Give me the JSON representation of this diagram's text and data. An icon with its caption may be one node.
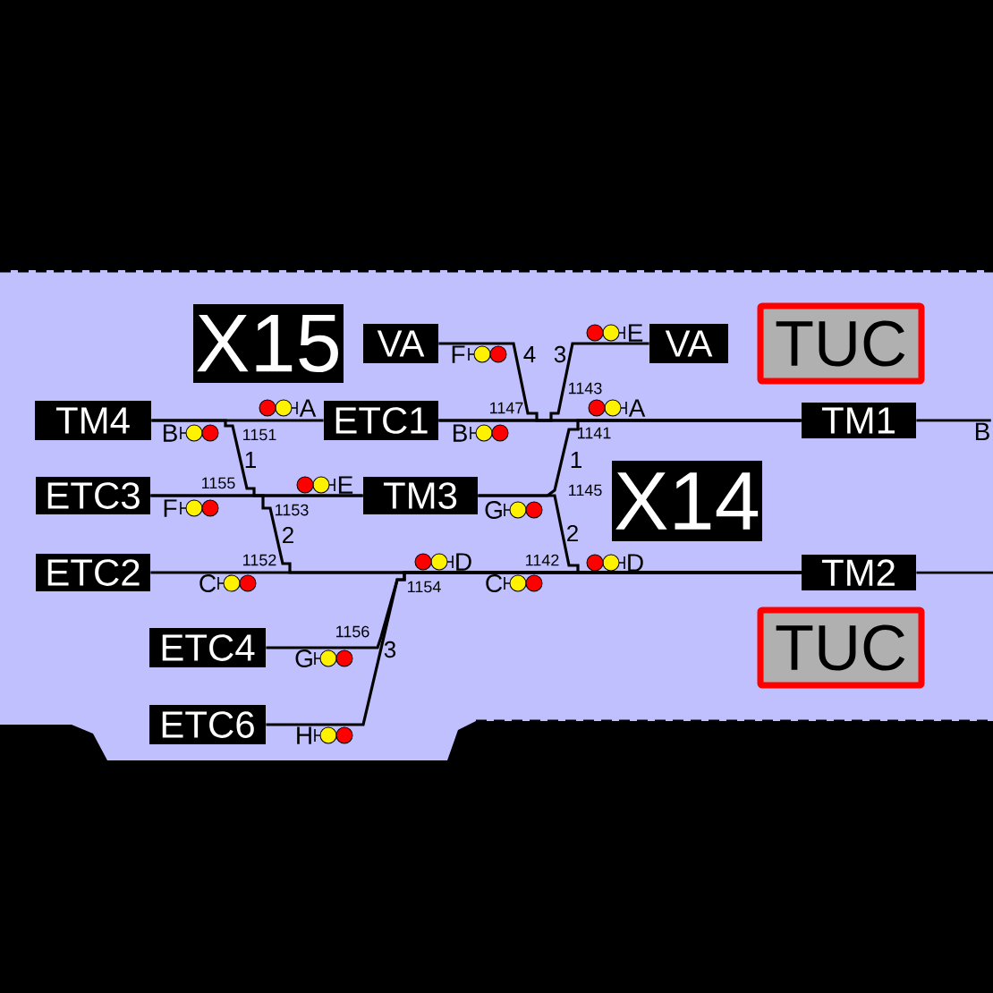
{
  "diagram": {
    "nodes": [
      {
        "text": [
          "X15"
        ]
      },
      {
        "text": [
          "VA"
        ]
      },
      {
        "text": [
          "VA"
        ]
      },
      {
        "text": [
          "TUC"
        ]
      },
      {
        "text": [
          "TM4"
        ]
      },
      {
        "text": [
          "ETC1"
        ]
      },
      {
        "text": [
          "TM1"
        ]
      },
      {
        "text": [
          "ETC3"
        ]
      },
      {
        "text": [
          "TM3"
        ]
      },
      {
        "text": [
          "X14"
        ]
      },
      {
        "text": [
          "ETC2"
        ]
      },
      {
        "text": [
          "TM2"
        ]
      },
      {
        "text": [
          "TUC"
        ]
      },
      {
        "text": [
          "ETC4"
        ]
      },
      {
        "text": [
          "ETC6"
        ]
      },
      {
        "text": [
          "B"
        ]
      }
    ],
    "edges": [
      {
        "from": 4,
        "to": 5,
        "arrow": "none"
      },
      {
        "from": 5,
        "to": 6,
        "arrow": "none"
      },
      {
        "from": 6,
        "to": 15,
        "arrow": "none"
      },
      {
        "from": 7,
        "to": 8,
        "arrow": "none"
      },
      {
        "from": 8,
        "to": 6,
        "arrow": "none"
      },
      {
        "from": 10,
        "to": 11,
        "arrow": "none"
      },
      {
        "from": 11,
        "to": null,
        "arrow": "none"
      },
      {
        "from": 8,
        "to": 11,
        "arrow": "none"
      },
      {
        "from": 13,
        "to": 11,
        "arrow": "none"
      },
      {
        "from": 14,
        "to": 11,
        "arrow": "none"
      },
      {
        "from": 1,
        "to": 6,
        "arrow": "none"
      },
      {
        "from": 2,
        "to": 5,
        "arrow": "none"
      },
      {
        "from": 4,
        "to": 8,
        "arrow": "none"
      },
      {
        "from": 7,
        "to": 11,
        "arrow": "none"
      }
    ],
    "labels": [
      "F",
      "4",
      "3",
      "E",
      "1143",
      "A",
      "1147",
      "A",
      "B",
      "1151",
      "B",
      "1141",
      "1",
      "1",
      "1155",
      "E",
      "1145",
      "F",
      "1153",
      "G",
      "2",
      "2",
      "1152",
      "D",
      "1142",
      "D",
      "C",
      "C",
      "1154",
      "1156",
      "3",
      "G",
      "H"
    ]
  }
}
